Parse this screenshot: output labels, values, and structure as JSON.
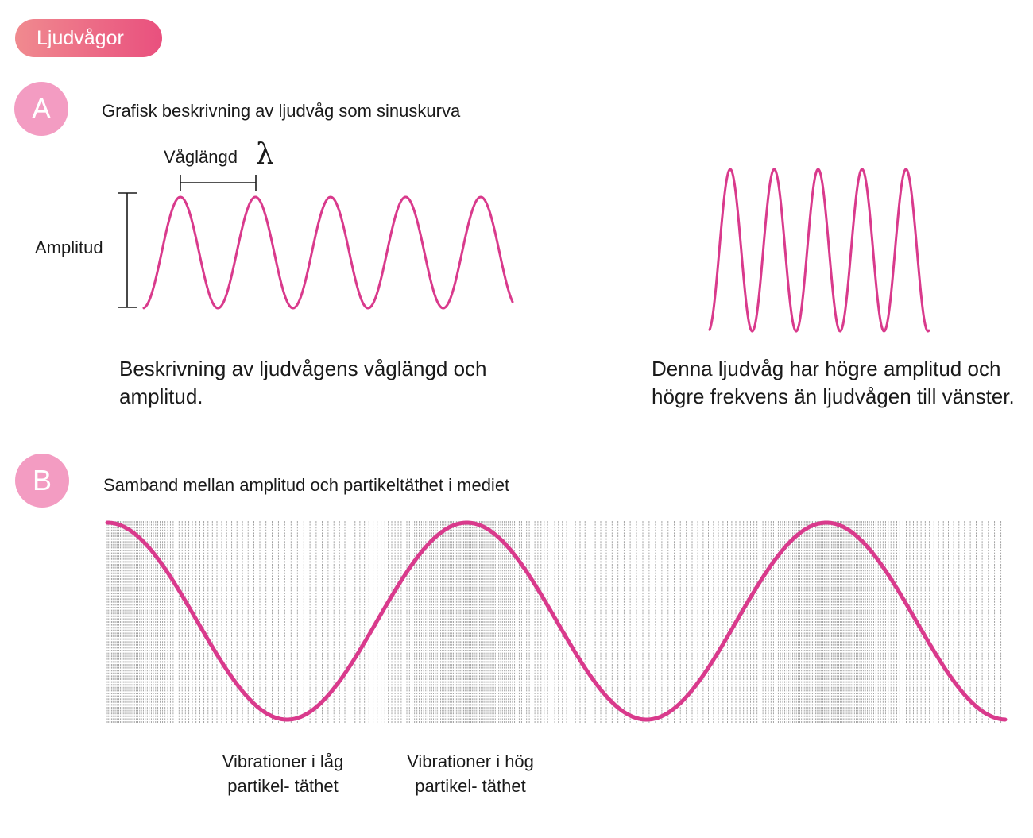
{
  "header": {
    "tag_label": "Ljudvågor"
  },
  "section_a": {
    "badge": "A",
    "subtitle": "Grafisk beskrivning av ljudvåg som sinuskurva",
    "wavelength_label": "Våglängd",
    "lambda_symbol": "λ",
    "amplitude_label": "Amplitud",
    "left_caption": "Beskrivning av ljudvågens våglängd och amplitud.",
    "right_caption": "Denna ljudvåg har högre amplitud och högre frekvens än ljudvågen till vänster."
  },
  "section_b": {
    "badge": "B",
    "subtitle": "Samband mellan amplitud och partikeltäthet i mediet",
    "low_density_caption": "Vibrationer i låg partikel- täthet",
    "high_density_caption": "Vibrationer i hög partikel- täthet"
  },
  "colors": {
    "wave": "#d93a8c",
    "badge": "#f39cc2",
    "tag_start": "#f08a8f",
    "tag_end": "#e9507e",
    "lines": "#9a9a9a"
  }
}
